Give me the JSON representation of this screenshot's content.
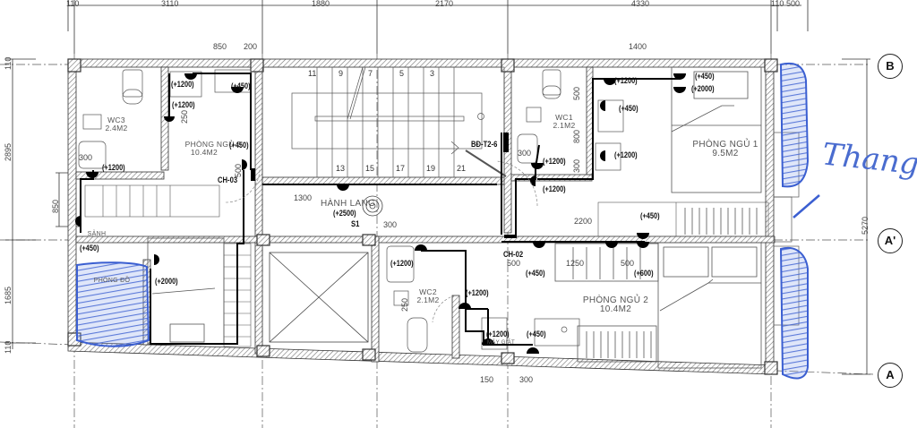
{
  "drawing": {
    "type": "floor-plan",
    "colors": {
      "line": "#222222",
      "hatch": "#666666",
      "annotation_ink": "#3b5fd1",
      "background": "#ffffff"
    }
  },
  "top_dimensions": [
    "110",
    "3110",
    "1880",
    "2170",
    "4330",
    "110",
    "500"
  ],
  "left_dimensions": [
    "110",
    "2895",
    "850",
    "1685",
    "110"
  ],
  "right_dimension": "5270",
  "axes": [
    {
      "id": "B",
      "label": "B"
    },
    {
      "id": "A-prime",
      "label": "A'"
    },
    {
      "id": "A",
      "label": "A"
    }
  ],
  "rooms": [
    {
      "name": "WC3",
      "area": "2.4M2"
    },
    {
      "name": "PHÒNG NGỦ 3",
      "area": "10.4M2"
    },
    {
      "name": "WC1",
      "area": "2.1M2"
    },
    {
      "name": "PHÒNG NGỦ 1",
      "area": "9.5M2"
    },
    {
      "name": "HÀNH LANG",
      "area": ""
    },
    {
      "name": "WC2",
      "area": "2.1M2"
    },
    {
      "name": "PHÒNG NGỦ 2",
      "area": "10.4M2"
    },
    {
      "name": "PHÒNG ĐỒ",
      "area": ""
    },
    {
      "name": "SẢNH",
      "area": ""
    },
    {
      "name": "MÁY GIẶT",
      "area": ""
    }
  ],
  "stair_steps": {
    "top": [
      "11",
      "9",
      "7",
      "5",
      "3"
    ],
    "bottom": [
      "13",
      "15",
      "17",
      "19",
      "21"
    ]
  },
  "inner_dimensions": {
    "d850": "850",
    "d200": "200",
    "d1400": "1400",
    "d250a": "250",
    "d500a": "500",
    "d300a": "300",
    "d850v": "850",
    "d1300": "1300",
    "d300b": "300",
    "d500b": "500",
    "d800": "800",
    "d300c": "300",
    "d300d": "300",
    "d2200": "2200",
    "d500c": "500",
    "d1250": "1250",
    "d500d": "500",
    "d250b": "250",
    "d150": "150",
    "d300e": "300",
    "d500e": "500"
  },
  "tags": {
    "board": "BĐ-T2-6",
    "ch03": "CH-03",
    "ch02": "CH-02",
    "sensor": "S1"
  },
  "elevations": {
    "e1": "(+1200)",
    "e2": "(+450)",
    "e3": "(+1200)",
    "e4": "(+1200)",
    "e5": "(+450)",
    "e6": "(+450)",
    "e7": "(+2000)",
    "e8": "(+2500)",
    "e9": "(+1200)",
    "e10": "(+450)",
    "e11": "(+2000)",
    "e12": "(+1200)",
    "e13": "(+450)",
    "e14": "(+1200)",
    "e15": "(+1200)",
    "e16": "(+1200)",
    "e17": "(+1200)",
    "e18": "(+450)",
    "e19": "(+450)",
    "e20": "(+600)",
    "e21": "(+1200)",
    "e22": "(+450)"
  },
  "handwritten_note": "Thang"
}
